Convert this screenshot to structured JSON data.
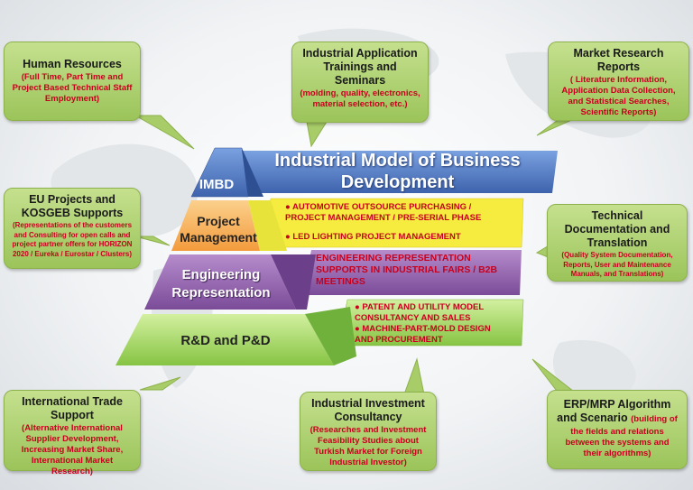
{
  "title": {
    "line1": "Industrial Model of Business",
    "line2": "Development"
  },
  "pyramid": {
    "top": "IMBD",
    "level2": {
      "line1": "Project",
      "line2": "Management"
    },
    "level3": {
      "line1": "Engineering",
      "line2": "Representation"
    },
    "level4": "R&D and P&D"
  },
  "banners": {
    "project_management": [
      "● AUTOMOTIVE OUTSOURCE PURCHASING /",
      "PROJECT MANAGEMENT / PRE-SERIAL PHASE",
      "● LED LIGHTING PROJECT MANAGEMENT"
    ],
    "engineering_representation": [
      "ENGINEERING REPRESENTATION",
      "SUPPORTS IN INDUSTRIAL FAIRS / B2B",
      "MEETINGS"
    ],
    "rnd": [
      "● PATENT AND  UTILITY MODEL",
      "CONSULTANCY AND SALES",
      "● MACHINE-PART-MOLD DESIGN",
      "AND PROCUREMENT"
    ]
  },
  "callouts": {
    "human_resources": {
      "title": [
        "Human Resources"
      ],
      "desc": [
        "(Full Time, Part Time and",
        "Project Based Technical Staff",
        "Employment)"
      ]
    },
    "trainings": {
      "title": [
        "Industrial Application",
        "Trainings and",
        "Seminars"
      ],
      "desc": [
        "(molding, quality, electronics,",
        "material selection, etc.)"
      ]
    },
    "market_research": {
      "title": [
        "Market Research",
        "Reports"
      ],
      "desc": [
        "( Literature Information,",
        "Application Data Collection,",
        "and Statistical Searches,",
        "Scientific Reports)"
      ]
    },
    "eu_projects": {
      "title": [
        "EU Projects and",
        "KOSGEB Supports"
      ],
      "desc": [
        "(Representations of the customers",
        "and Consulting for open calls and",
        "project partner offers for HORIZON",
        "2020 / Eureka / Eurostar / Clusters)"
      ]
    },
    "technical_docs": {
      "title": [
        "Technical",
        "Documentation and",
        "Translation"
      ],
      "desc": [
        "(Quality System Documentation,",
        "Reports, User and Maintenance",
        "Manuals, and Translations)"
      ]
    },
    "international_trade": {
      "title": [
        "International Trade",
        "Support"
      ],
      "desc": [
        "(Alternative International",
        "Supplier Development,",
        "Increasing Market Share,",
        "International Market",
        "Research)"
      ]
    },
    "investment": {
      "title": [
        "Industrial Investment",
        "Consultancy"
      ],
      "desc": [
        "(Researches and Investment",
        "Feasibility Studies about",
        "Turkish Market for Foreign",
        "Industrial Investor)"
      ]
    },
    "erp": {
      "title": [
        "ERP/MRP Algorithm",
        "and Scenario"
      ],
      "title_tail": "(building of",
      "desc": [
        "the fields and relations",
        "between the systems and",
        "their algorithms)"
      ]
    }
  },
  "colors": {
    "callout_green": "#a8cc68",
    "desc_red": "#c8001e",
    "title_blue": "#4a6fb8",
    "pm_orange": "#f7b25f",
    "pm_yellow": "#f5f04a",
    "eng_purple": "#8f5fa8",
    "rnd_green": "#9bd05a"
  }
}
